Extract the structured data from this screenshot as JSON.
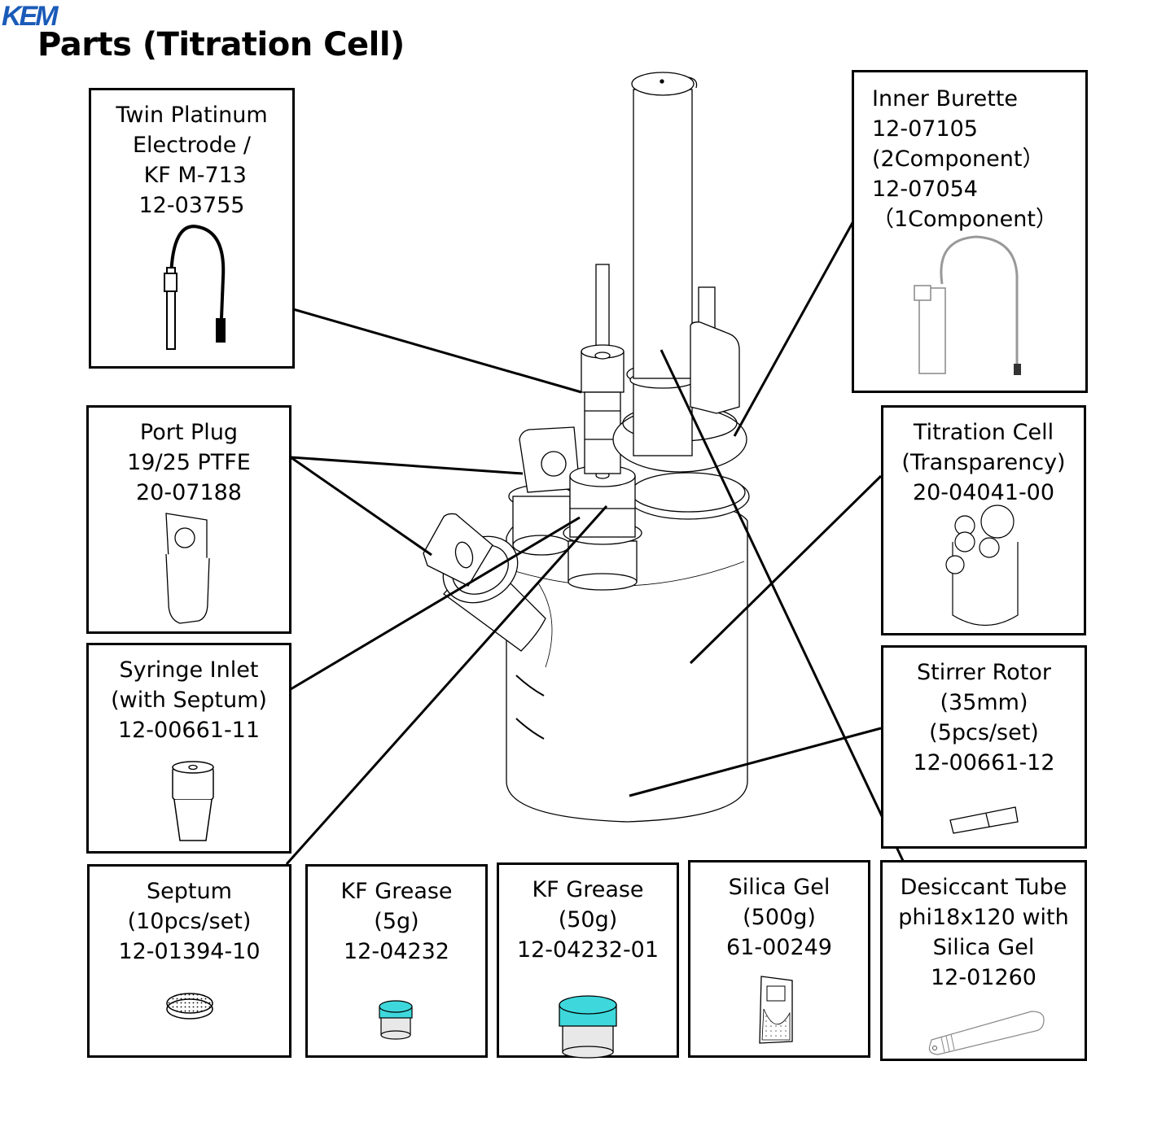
{
  "logo": "KEM",
  "title": "Parts (Titration Cell)",
  "colors": {
    "logo": "#1a5bb8",
    "grease_lid": "#3ed8dc",
    "grease_jar": "#e8e8e8"
  },
  "parts": {
    "electrode": {
      "label": "Twin Platinum\nElectrode /\n KF M-713\n12-03755",
      "icon": "electrode-cable-icon"
    },
    "inner_burette": {
      "label": "Inner Burette\n12-07105\n(2Component）\n12-07054\n（1Component）",
      "icon": "burette-icon"
    },
    "port_plug": {
      "label": "Port Plug\n19/25 PTFE\n20-07188",
      "icon": "port-plug-icon"
    },
    "titration_cell": {
      "label": "Titration Cell\n(Transparency)\n20-04041-00",
      "icon": "cell-vessel-icon"
    },
    "syringe_inlet": {
      "label": "Syringe Inlet\n(with Septum)\n12-00661-11",
      "icon": "syringe-inlet-icon"
    },
    "stirrer_rotor": {
      "label": "Stirrer Rotor\n(35mm)\n(5pcs/set)\n12-00661-12",
      "icon": "stirrer-rotor-icon"
    },
    "septum": {
      "label": "Septum\n(10pcs/set)\n12-01394-10",
      "icon": "septum-disc-icon"
    },
    "kf_grease_5g": {
      "label": "KF Grease\n(5g)\n12-04232",
      "icon": "grease-jar-small-icon"
    },
    "kf_grease_50g": {
      "label": "KF Grease\n(50g)\n12-04232-01",
      "icon": "grease-jar-large-icon"
    },
    "silica_gel": {
      "label": "Silica Gel\n(500g)\n61-00249",
      "icon": "silica-bag-icon"
    },
    "desiccant_tube": {
      "label": "Desiccant Tube\nphi18x120 with\nSilica Gel\n12-01260",
      "icon": "desiccant-tube-icon"
    }
  }
}
